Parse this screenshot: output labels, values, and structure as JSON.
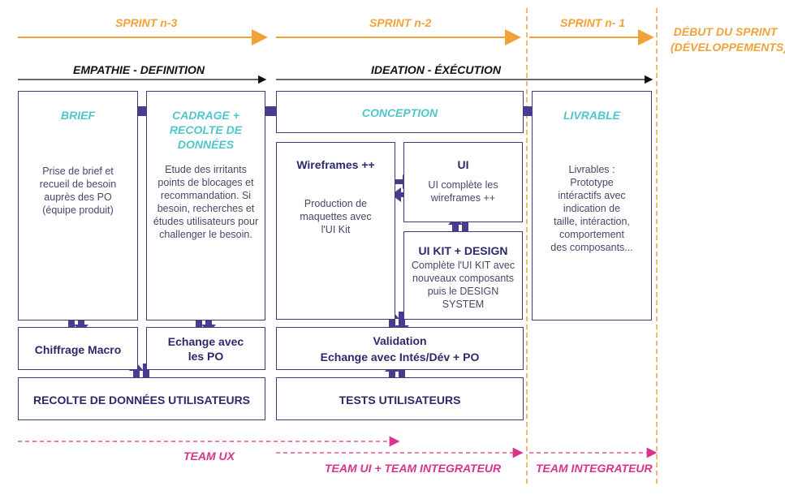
{
  "colors": {
    "orange": "#f0a23a",
    "navy": "#403c7a",
    "teal": "#4fc7c9",
    "magenta": "#d8348c",
    "arrow": "#4b3a8f"
  },
  "sprints": {
    "n3": "SPRINT n-3",
    "n2": "SPRINT n-2",
    "n1": "SPRINT n- 1",
    "debut_line1": "DÉBUT DU SPRINT",
    "debut_line2": "(DÉVELOPPEMENTS)"
  },
  "phases": {
    "empathie": "EMPATHIE -  DEFINITION",
    "ideation": "IDEATION - ÉXÉCUTION"
  },
  "boxes": {
    "brief": {
      "title": "BRIEF",
      "body": "Prise de brief et recueil de besoin auprès des PO (équipe produit)"
    },
    "cadrage": {
      "title": "CADRAGE + RECOLTE DE DONNÉES",
      "body": "Etude des irritants points de blocages et recommandation. Si besoin, recherches et études utilisateurs pour challenger le besoin."
    },
    "conception": {
      "title": "CONCEPTION"
    },
    "livrable": {
      "title": "LIVRABLE",
      "body": "Livrables : Prototype intéractifs avec indication de taille, intéraction, comportement des composants..."
    },
    "wireframes": {
      "title": "Wireframes ++",
      "body": "Production de maquettes avec l'UI Kit"
    },
    "ui": {
      "title": "UI",
      "body": "UI complète les wireframes ++"
    },
    "uikit": {
      "title": "UI KIT + DESIGN",
      "body": "Complète l'UI KIT avec nouveaux composants puis le DESIGN SYSTEM"
    },
    "chiffrage": {
      "title": "Chiffrage Macro"
    },
    "echange": {
      "title": "Echange avec les PO"
    },
    "validation": {
      "line1": "Validation",
      "line2": "Echange avec Intés/Dév + PO"
    },
    "recolte": {
      "title": "RECOLTE DE DONNÉES UTILISATEURS"
    },
    "tests": {
      "title": "TESTS UTILISATEURS"
    }
  },
  "teams": {
    "ux": "TEAM UX",
    "ui_integ": "TEAM UI + TEAM INTEGRATEUR",
    "integ": "TEAM INTEGRATEUR"
  }
}
